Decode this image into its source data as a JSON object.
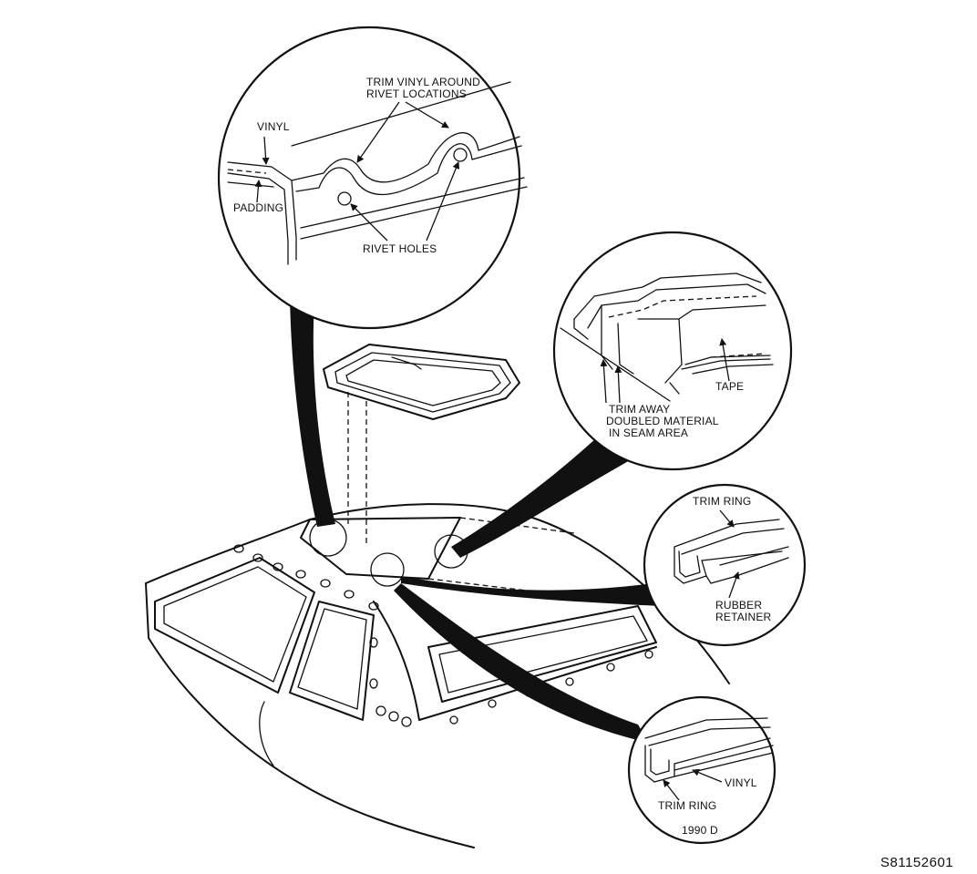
{
  "labels": {
    "trim_vinyl_line1": "TRIM VINYL AROUND",
    "trim_vinyl_line2": "RIVET LOCATIONS",
    "vinyl_top": "VINYL",
    "padding": "PADDING",
    "rivet_holes": "RIVET HOLES",
    "tape": "TAPE",
    "trim_away_line1": "TRIM AWAY",
    "trim_away_line2": "DOUBLED MATERIAL",
    "trim_away_line3": "IN SEAM AREA",
    "trim_ring_top": "TRIM RING",
    "rubber_line1": "RUBBER",
    "rubber_line2": "RETAINER",
    "vinyl_bottom": "VINYL",
    "trim_ring_bottom": "TRIM RING",
    "year_code": "1990 D"
  },
  "figure_code": "S81152601"
}
